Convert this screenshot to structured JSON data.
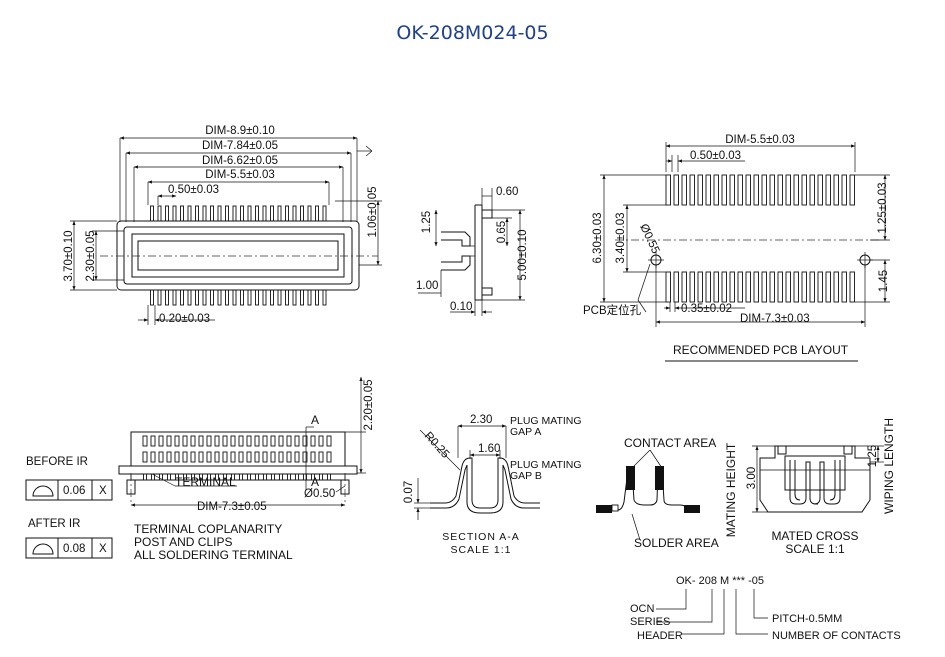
{
  "title": "OK-208M024-05",
  "top_view": {
    "dim_a": "DIM-8.9±0.10",
    "dim_b": "DIM-7.84±0.05",
    "dim_c": "DIM-6.62±0.05",
    "dim_d": "DIM-5.5±0.03",
    "pitch": "0.50±0.03",
    "pin_width": "0.20±0.03",
    "height_total": "3.70±0.10",
    "height_inner": "2.30±0.05",
    "height_right": "1.06±0.05"
  },
  "side_view": {
    "d_060": "0.60",
    "d_125": "1.25",
    "d_065": "0.65",
    "d_500": "5.00±0.10",
    "d_100": "1.00",
    "d_010": "0.10"
  },
  "pcb_layout": {
    "dim_top": "DIM-5.5±0.03",
    "pitch": "0.50±0.03",
    "total": "6.30±0.03",
    "inner": "3.40±0.03",
    "hole": "Ø0.55",
    "right_top": "1.25±0.03",
    "right_bottom": "1.45",
    "pad_width": "0.35±0.02",
    "dim_bottom": "DIM-7.3±0.03",
    "hole_label": "PCB定位孔",
    "caption": "RECOMMENDED PCB LAYOUT"
  },
  "front_view": {
    "height": "2.20±0.05",
    "mark_a_top": "A",
    "mark_a_bottom": "A",
    "terminal": "TERMINAL",
    "post": "Ø0.50",
    "dim": "DIM-7.3±0.05"
  },
  "coplanarity": {
    "before_label": "BEFORE IR",
    "before_value": "0.06",
    "before_mark": "X",
    "after_label": "AFTER IR",
    "after_value": "0.08",
    "after_mark": "X",
    "note_lines": [
      "TERMINAL COPLANARITY",
      "POST AND CLIPS",
      "ALL SOLDERING TERMINAL"
    ]
  },
  "section": {
    "d_230": "2.30",
    "gap_a": [
      "PLUG MATING",
      "GAP A"
    ],
    "d_160": "1.60",
    "gap_b": [
      "PLUG MATING",
      "GAP B"
    ],
    "radius": "R0.25",
    "d_007": "0.07",
    "caption": [
      "SECTION A-A",
      "SCALE 1:1"
    ]
  },
  "mated": {
    "contact_area": "CONTACT AREA",
    "solder_area": "SOLDER AREA",
    "mating_height": "MATING HEIGHT",
    "mating_value": "3.00",
    "wiping_value": "1.25",
    "wiping_length": "WIPING LENGTH",
    "caption": [
      "MATED CROSS",
      "SCALE 1:1"
    ]
  },
  "part_code": {
    "code": "OK- 208 M *** -05",
    "ocn": "OCN",
    "series": "SERIES",
    "header": "HEADER",
    "pitch": "PITCH-0.5MM",
    "contacts": "NUMBER OF CONTACTS"
  }
}
